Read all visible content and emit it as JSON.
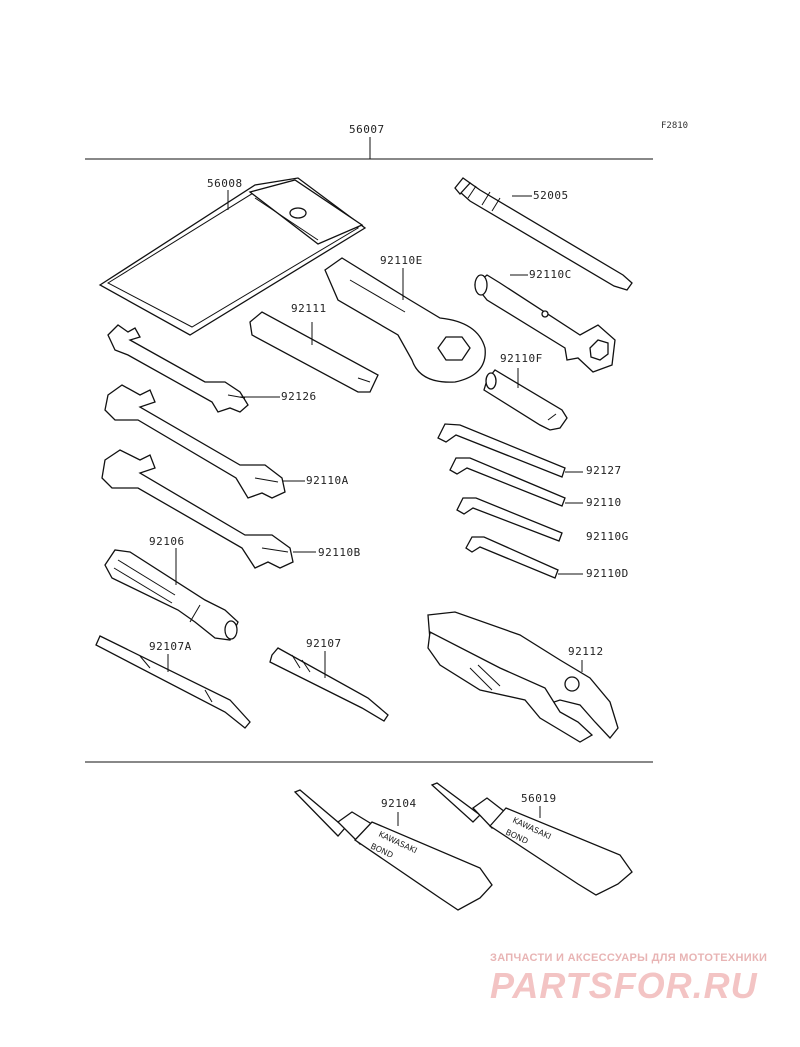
{
  "figure_code": "F2810",
  "watermark": {
    "caption": "ЗАПЧАСТИ И АКСЕССУАРЫ ДЛЯ МОТОТЕХНИКИ",
    "logo": "PARTSFOR.RU"
  },
  "parts": {
    "p56007": "56007",
    "p56008": "56008",
    "p52005": "52005",
    "p92110E": "92110E",
    "p92110C": "92110C",
    "p92111": "92111",
    "p92110F": "92110F",
    "p92126": "92126",
    "p92110A": "92110A",
    "p92127": "92127",
    "p92110": "92110",
    "p92110G": "92110G",
    "p92110B": "92110B",
    "p92110D": "92110D",
    "p92106": "92106",
    "p92107A": "92107A",
    "p92107": "92107",
    "p92112": "92112",
    "p92104": "92104",
    "p56019": "56019"
  }
}
